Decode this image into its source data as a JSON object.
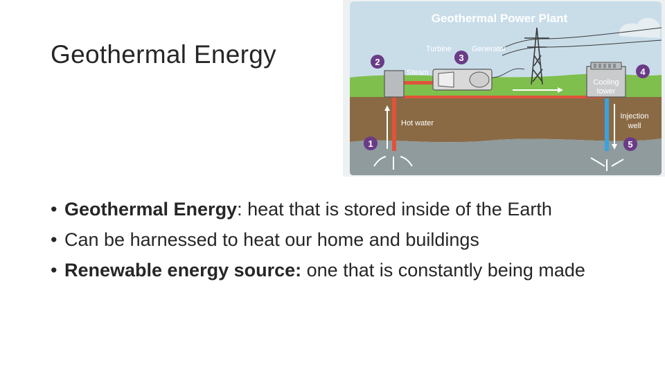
{
  "slide": {
    "title": "Geothermal Energy",
    "bullets": [
      {
        "lead": "Geothermal Energy",
        "rest": ": heat that is stored inside of the Earth"
      },
      {
        "lead": "",
        "rest": "Can be harnessed to heat our home and buildings"
      },
      {
        "lead": "Renewable energy source:",
        "rest": " one that is constantly being made"
      }
    ]
  },
  "figure": {
    "title": "Geothermal Power Plant",
    "labels": {
      "turbine": "Turbine",
      "generator": "Generator",
      "steam": "Steam",
      "cooling_tower_line1": "Cooling",
      "cooling_tower_line2": "tower",
      "hot_water": "Hot water",
      "injection_well_line1": "Injection",
      "injection_well_line2": "well"
    },
    "markers": [
      "1",
      "2",
      "3",
      "4",
      "5"
    ],
    "colors": {
      "sky": "#c9dde9",
      "grass": "#7fbf4d",
      "soil": "#8a6a45",
      "rock": "#8f9b9d",
      "marker": "#6a3b86",
      "hot_pipe": "#e0533a",
      "cold_pipe": "#3aa3dd",
      "title_text": "#ffffff"
    }
  }
}
